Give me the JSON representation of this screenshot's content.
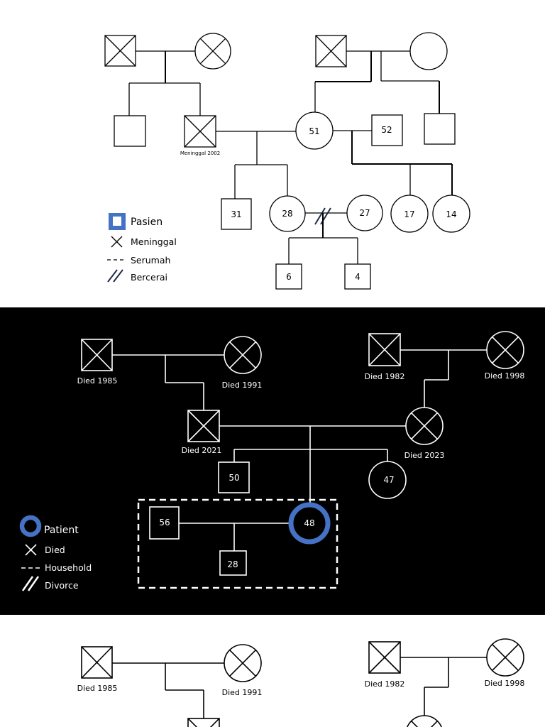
{
  "panel1": {
    "legend": {
      "patient": "Pasien",
      "died": "Meninggal",
      "household": "Serumah",
      "divorce": "Bercerai"
    },
    "ages": {
      "proband_mother": "51",
      "uncle": "52",
      "brother": "31",
      "sister": "28",
      "sister_ex_husband": "27",
      "half_sister_1": "17",
      "half_sister_2": "14",
      "niece_1": "6",
      "niece_2": "4"
    },
    "notes": {
      "father_death": "Meninggal 2002"
    }
  },
  "panel2": {
    "legend": {
      "patient": "Patient",
      "died": "Died",
      "household": "Household",
      "divorce": "Divorce"
    },
    "deaths": {
      "pgf": "Died 1985",
      "pgm": "Died 1991",
      "mgf": "Died 1982",
      "mgm": "Died 1998",
      "father": "Died 2021",
      "mother": "Died 2023"
    },
    "ages": {
      "brother": "50",
      "sister": "47",
      "husband": "56",
      "patient": "48",
      "child": "28"
    },
    "colors": {
      "background": "#000000",
      "patient_ring": "#4472c4",
      "stroke": "#ffffff"
    }
  },
  "panel3": {
    "deaths": {
      "pgf": "Died 1985",
      "pgm": "Died 1991",
      "mgf": "Died 1982",
      "mgm": "Died 1998"
    }
  }
}
